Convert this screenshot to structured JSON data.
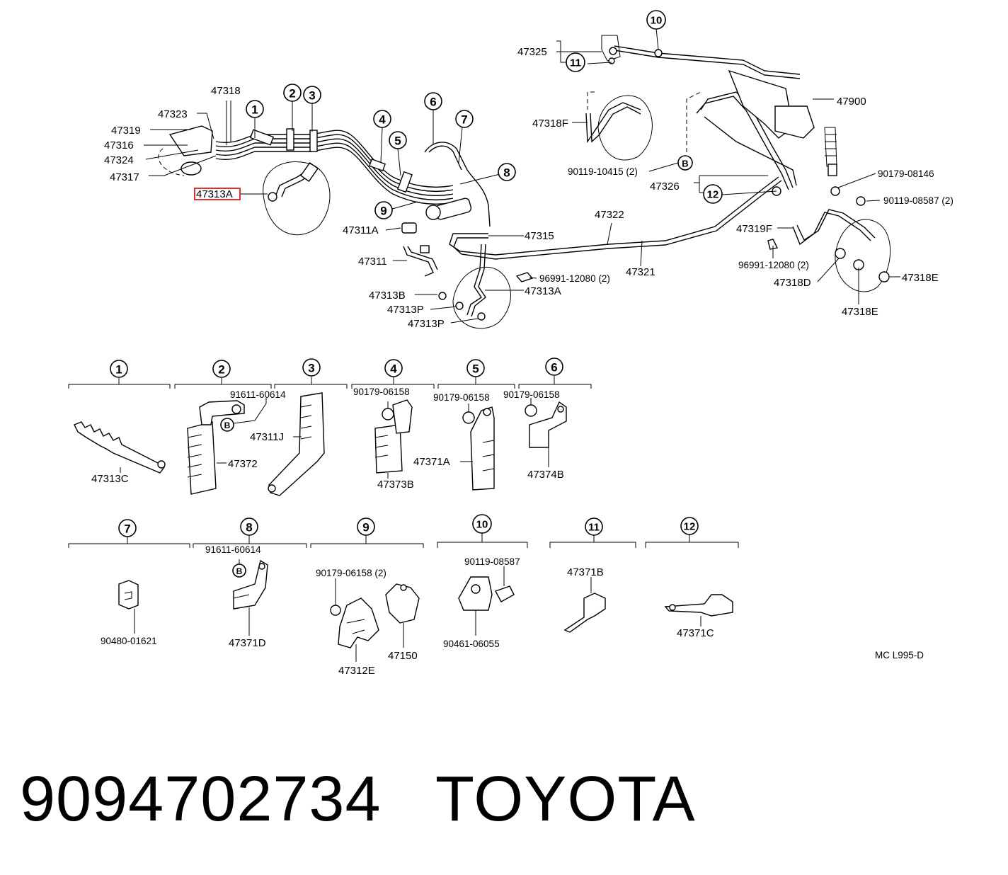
{
  "highlight_color": "#e03030",
  "drawing_code": "MC L995-D",
  "footer": {
    "part_number": "9094702734",
    "brand": "TOYOTA"
  },
  "top_labels": {
    "l47325": "47325",
    "l47318": "47318",
    "l47323": "47323",
    "l47319": "47319",
    "l47316": "47316",
    "l47324": "47324",
    "l47317": "47317",
    "l47313A_hl": "47313A",
    "l47318F": "47318F",
    "l90119_10415": "90119-10415 (2)",
    "lB1": "B",
    "l47900": "47900",
    "l47326": "47326",
    "l90179_08146": "90179-08146",
    "l90119_08587": "90119-08587 (2)",
    "l47322": "47322",
    "l47311A": "47311A",
    "l47315": "47315",
    "l47311": "47311",
    "l96991_12080_a": "96991-12080 (2)",
    "l47321": "47321",
    "l47313B": "47313B",
    "l47313A": "47313A",
    "l47313P_a": "47313P",
    "l47313P_b": "47313P",
    "l47319F": "47319F",
    "l96991_12080_b": "96991-12080 (2)",
    "l47318D": "47318D",
    "l47318E_r": "47318E",
    "l47318E": "47318E"
  },
  "callouts": [
    "1",
    "2",
    "3",
    "4",
    "5",
    "6",
    "7",
    "8",
    "9",
    "10",
    "11",
    "12"
  ],
  "groups": {
    "g1": {
      "num": "1",
      "parts": [
        "47313C"
      ]
    },
    "g2": {
      "num": "2",
      "parts": [
        "91611-60614",
        "B",
        "47372"
      ]
    },
    "g3": {
      "num": "3",
      "parts": [
        "47311J"
      ]
    },
    "g4": {
      "num": "4",
      "parts": [
        "90179-06158",
        "47373B"
      ]
    },
    "g5": {
      "num": "5",
      "parts": [
        "90179-06158",
        "47371A"
      ]
    },
    "g6": {
      "num": "6",
      "parts": [
        "90179-06158",
        "47374B"
      ]
    },
    "g7": {
      "num": "7",
      "parts": [
        "90480-01621"
      ]
    },
    "g8": {
      "num": "8",
      "parts": [
        "91611-60614",
        "B",
        "47371D"
      ]
    },
    "g9": {
      "num": "9",
      "parts": [
        "90179-06158 (2)",
        "47312E",
        "47150"
      ]
    },
    "g10": {
      "num": "10",
      "parts": [
        "90119-08587",
        "90461-06055"
      ]
    },
    "g11": {
      "num": "11",
      "parts": [
        "47371B"
      ]
    },
    "g12": {
      "num": "12",
      "parts": [
        "47371C"
      ]
    }
  }
}
